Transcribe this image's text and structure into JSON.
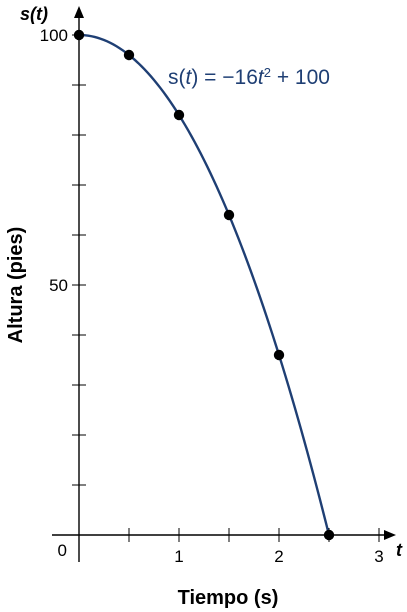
{
  "chart_data": {
    "type": "line",
    "equation_text": "s(t) = −16t² + 100",
    "equation_parts": {
      "lhs_prefix": "s(",
      "lhs_var": "t",
      "lhs_suffix": ") = −16",
      "rhs_var": "t",
      "exponent": "2",
      "rhs_suffix": " + 100"
    },
    "xlabel": "Tiempo (s)",
    "ylabel": "Altura (pies)",
    "x_var_label": "t",
    "y_var_label": "s(t)",
    "origin_label": "0",
    "xlim": [
      0,
      3
    ],
    "ylim": [
      0,
      100
    ],
    "x_ticks": [
      0.5,
      1,
      1.5,
      2,
      2.5,
      3
    ],
    "x_tick_labels": [
      {
        "value": 1,
        "label": "1"
      },
      {
        "value": 2,
        "label": "2"
      },
      {
        "value": 3,
        "label": "3"
      }
    ],
    "y_ticks": [
      10,
      20,
      30,
      40,
      50,
      60,
      70,
      80,
      90,
      100
    ],
    "y_tick_labels": [
      {
        "value": 50,
        "label": "50"
      },
      {
        "value": 100,
        "label": "100"
      }
    ],
    "curve": {
      "a": -16,
      "c": 100,
      "t_start": 0,
      "t_end": 2.5
    },
    "points": [
      {
        "x": 0,
        "y": 100
      },
      {
        "x": 0.5,
        "y": 96
      },
      {
        "x": 1,
        "y": 84
      },
      {
        "x": 1.5,
        "y": 64
      },
      {
        "x": 2,
        "y": 36
      },
      {
        "x": 2.5,
        "y": 0
      }
    ],
    "grid": false,
    "colors": {
      "curve": "#1f3f74",
      "points": "#000000"
    }
  }
}
